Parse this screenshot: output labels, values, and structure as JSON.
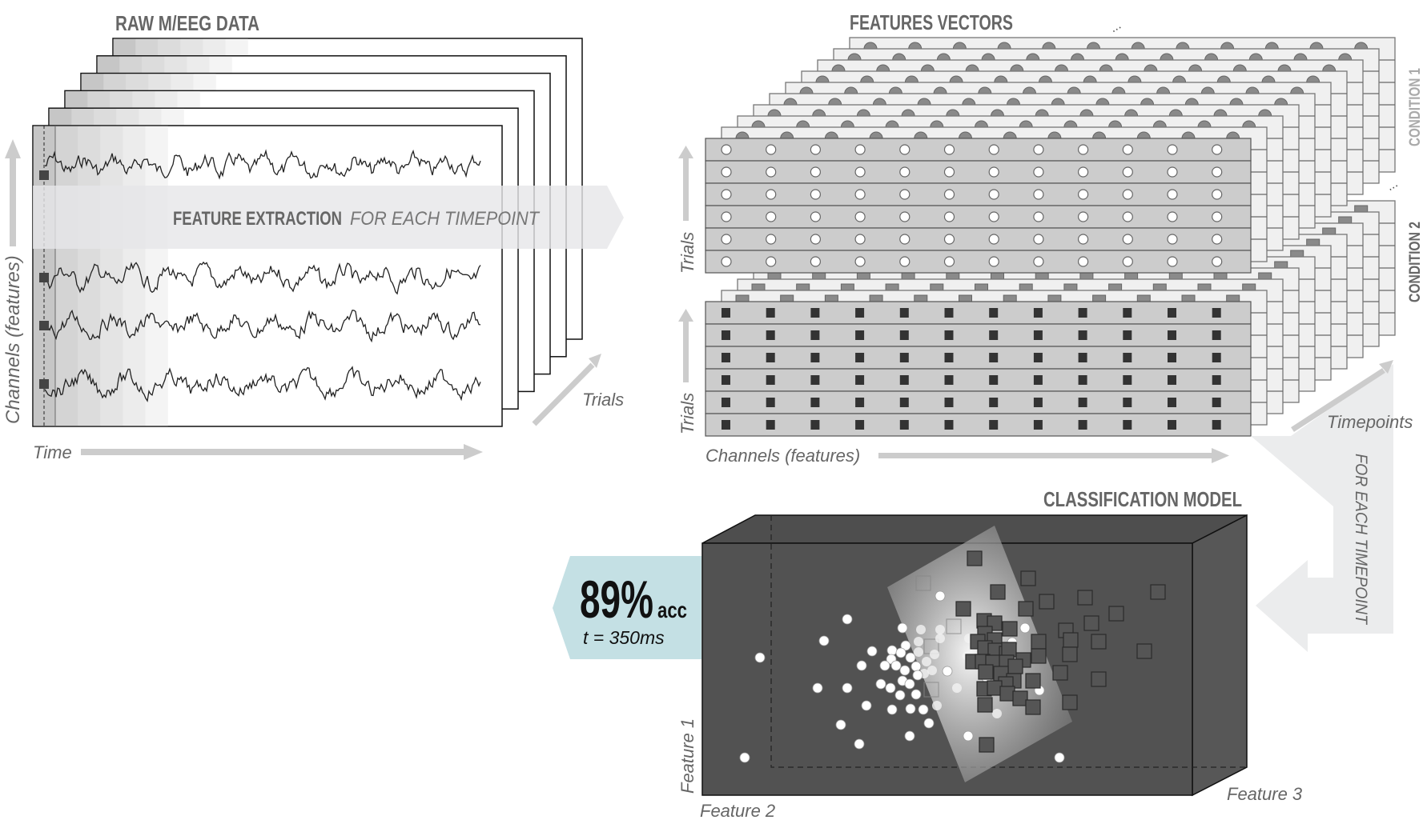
{
  "titles": {
    "raw": "RAW M/EEG DATA",
    "features": "FEATURES VECTORS",
    "classification": "CLASSIFICATION MODEL"
  },
  "feature_extraction": {
    "bold": "FEATURE EXTRACTION",
    "light": "FOR EACH TIMEPOINT"
  },
  "axes": {
    "channels_left": "Channels (features)",
    "time": "Time",
    "trials_raw": "Trials",
    "trials_cond1": "Trials",
    "trials_cond2": "Trials",
    "channels_features": "Channels (features)",
    "timepoints": "Timepoints",
    "for_each_timepoint": "FOR EACH TIMEPOINT",
    "feature1": "Feature 1",
    "feature2": "Feature 2",
    "feature3": "Feature 3"
  },
  "conditions": {
    "cond1": "CONDITION 1",
    "cond2": "CONDITION 2",
    "ellipsis": "..."
  },
  "result": {
    "accuracy": "89%",
    "accuracy_unit": "acc",
    "time": "t = 350ms"
  },
  "colors": {
    "title_gray": "#666666",
    "panel_gray": "#cccccc",
    "back_panel": "#f0f0f0",
    "box_dark": "#525252",
    "accuracy_bg": "#c4e0e4",
    "band": "#ededef",
    "arrow_gray": "#cccccc"
  },
  "eeg": {
    "layers": 6,
    "channels": 4,
    "gradient_columns": [
      "#c6c6c6",
      "#d4d4d4",
      "#dcdcdc",
      "#e4e4e4",
      "#ececec",
      "#f4f4f4"
    ]
  },
  "feature_grid": {
    "rows": 6,
    "columns": 12,
    "back_layers": 9
  },
  "scatter": {
    "condition1_points": [
      [
        1058,
        774
      ],
      [
        1029,
        801
      ],
      [
        949,
        822
      ],
      [
        1089,
        814
      ],
      [
        1076,
        832
      ],
      [
        1114,
        813
      ],
      [
        1127,
        785
      ],
      [
        1131,
        807
      ],
      [
        1125,
        816
      ],
      [
        1137,
        822
      ],
      [
        1113,
        824
      ],
      [
        1105,
        832
      ],
      [
        1119,
        832
      ],
      [
        1130,
        838
      ],
      [
        1144,
        833
      ],
      [
        1146,
        844
      ],
      [
        1127,
        851
      ],
      [
        1136,
        855
      ],
      [
        1100,
        855
      ],
      [
        1112,
        860
      ],
      [
        1124,
        869
      ],
      [
        1144,
        868
      ],
      [
        1021,
        860
      ],
      [
        1058,
        860
      ],
      [
        1082,
        882
      ],
      [
        1114,
        887
      ],
      [
        1137,
        886
      ],
      [
        1153,
        887
      ],
      [
        1160,
        904
      ],
      [
        1050,
        906
      ],
      [
        1073,
        930
      ],
      [
        1136,
        920
      ],
      [
        930,
        947
      ],
      [
        1174,
        745
      ],
      [
        1183,
        839
      ],
      [
        1209,
        920
      ],
      [
        1280,
        785
      ],
      [
        1264,
        803
      ],
      [
        1227,
        817
      ],
      [
        1232,
        847
      ],
      [
        1298,
        863
      ],
      [
        1323,
        947
      ]
    ],
    "condition1_faded": [
      [
        1150,
        787
      ],
      [
        1174,
        787
      ],
      [
        1174,
        798
      ],
      [
        1147,
        802
      ],
      [
        1147,
        815
      ],
      [
        1167,
        818
      ],
      [
        1157,
        827
      ],
      [
        1164,
        838
      ],
      [
        1154,
        842
      ],
      [
        1195,
        860
      ],
      [
        1170,
        882
      ],
      [
        1210,
        798
      ],
      [
        1208,
        820
      ],
      [
        1226,
        817
      ],
      [
        1209,
        820
      ],
      [
        1245,
        892
      ]
    ],
    "condition2_points": [
      [
        1217,
        698
      ],
      [
        1284,
        723
      ],
      [
        1246,
        740
      ],
      [
        1307,
        752
      ],
      [
        1355,
        747
      ],
      [
        1446,
        740
      ],
      [
        1203,
        761
      ],
      [
        1281,
        761
      ],
      [
        1394,
        767
      ],
      [
        1229,
        776
      ],
      [
        1242,
        779
      ],
      [
        1261,
        786
      ],
      [
        1363,
        779
      ],
      [
        1331,
        788
      ],
      [
        1230,
        792
      ],
      [
        1337,
        800
      ],
      [
        1221,
        802
      ],
      [
        1242,
        800
      ],
      [
        1297,
        802
      ],
      [
        1372,
        802
      ],
      [
        1230,
        810
      ],
      [
        1243,
        813
      ],
      [
        1257,
        817
      ],
      [
        1260,
        812
      ],
      [
        1297,
        820
      ],
      [
        1336,
        818
      ],
      [
        1429,
        814
      ],
      [
        1215,
        827
      ],
      [
        1227,
        827
      ],
      [
        1240,
        828
      ],
      [
        1257,
        828
      ],
      [
        1278,
        825
      ],
      [
        1268,
        833
      ],
      [
        1231,
        840
      ],
      [
        1250,
        842
      ],
      [
        1324,
        841
      ],
      [
        1372,
        849
      ],
      [
        1266,
        851
      ],
      [
        1290,
        851
      ],
      [
        1256,
        855
      ],
      [
        1229,
        861
      ],
      [
        1242,
        860
      ],
      [
        1258,
        867
      ],
      [
        1274,
        873
      ],
      [
        1336,
        878
      ],
      [
        1230,
        881
      ],
      [
        1290,
        884
      ],
      [
        1232,
        931
      ]
    ],
    "condition2_faded": [
      [
        1153,
        729
      ],
      [
        1191,
        783
      ],
      [
        1163,
        808
      ],
      [
        1163,
        862
      ]
    ]
  }
}
